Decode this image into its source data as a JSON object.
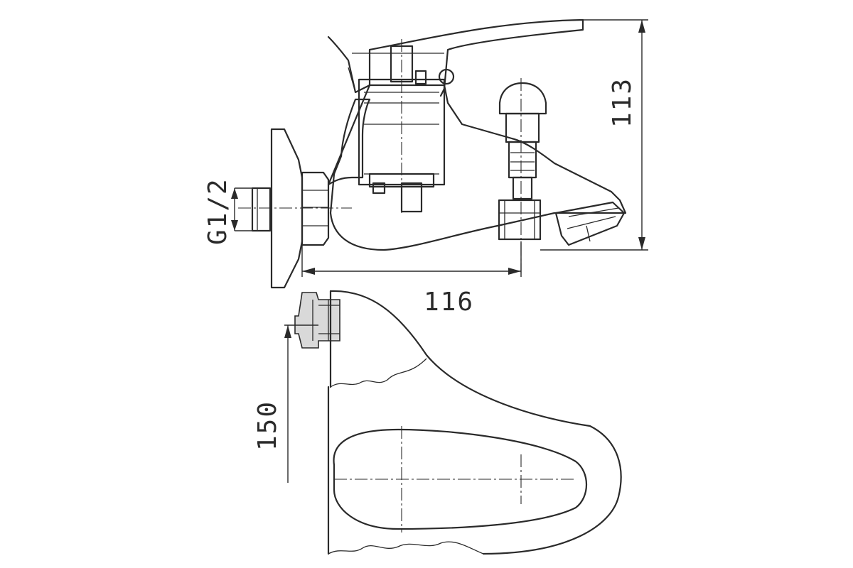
{
  "dimensions": {
    "height_total": "113",
    "inlet_thread": "G1/2",
    "width_body": "116",
    "projection": "150"
  }
}
